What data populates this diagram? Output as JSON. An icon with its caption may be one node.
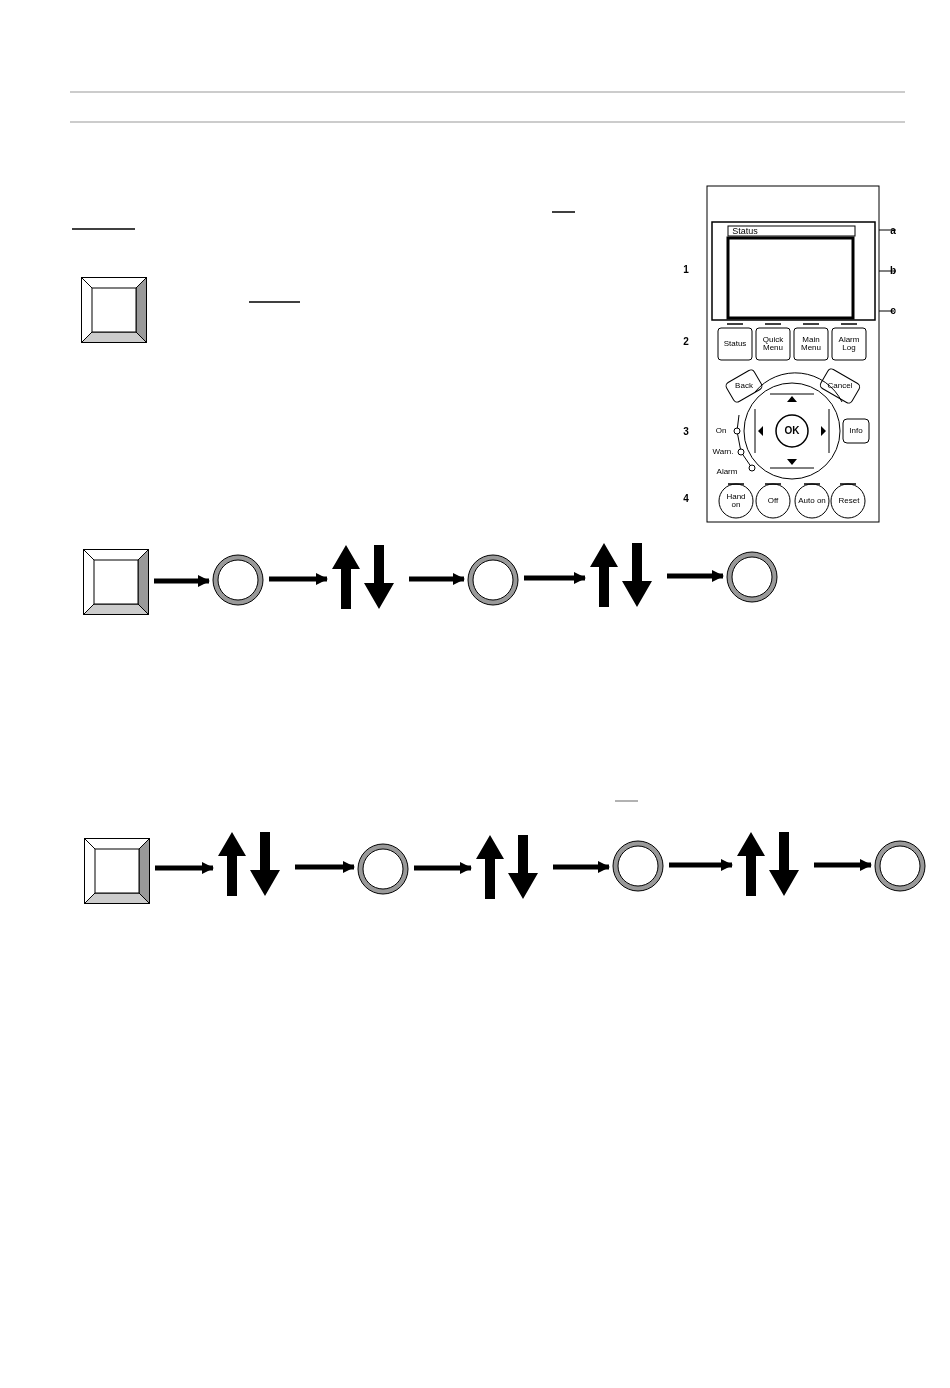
{
  "diagram": {
    "nodes": [
      {
        "text": [],
        "shape": "box"
      },
      {
        "text": [],
        "shape": "box"
      },
      {
        "text": [],
        "shape": "circle"
      },
      {
        "text": [],
        "shape": "arrows"
      },
      {
        "text": [],
        "shape": "circle"
      },
      {
        "text": [],
        "shape": "arrows"
      },
      {
        "text": [],
        "shape": "circle"
      },
      {
        "text": [],
        "shape": "box"
      },
      {
        "text": [],
        "shape": "arrows"
      },
      {
        "text": [],
        "shape": "circle"
      },
      {
        "text": [],
        "shape": "arrows"
      },
      {
        "text": [],
        "shape": "circle"
      },
      {
        "text": [],
        "shape": "arrows"
      },
      {
        "text": [],
        "shape": "circle"
      }
    ],
    "edges": [
      {
        "from": 1,
        "to": 2,
        "arrow": "to"
      },
      {
        "from": 2,
        "to": 3,
        "arrow": "to"
      },
      {
        "from": 3,
        "to": 4,
        "arrow": "to"
      },
      {
        "from": 4,
        "to": 5,
        "arrow": "to"
      },
      {
        "from": 5,
        "to": 6,
        "arrow": "to"
      },
      {
        "from": 7,
        "to": 8,
        "arrow": "to"
      },
      {
        "from": 8,
        "to": 9,
        "arrow": "to"
      },
      {
        "from": 9,
        "to": 10,
        "arrow": "to"
      },
      {
        "from": 10,
        "to": 11,
        "arrow": "to"
      },
      {
        "from": 11,
        "to": 12,
        "arrow": "to"
      },
      {
        "from": 12,
        "to": 13,
        "arrow": "to"
      }
    ],
    "labels": [
      "1",
      "2",
      "3",
      "4",
      "a",
      "b",
      "c",
      "Status",
      "Status",
      "Quick Menu",
      "Main Menu",
      "Alarm Log",
      "Back",
      "Cancel",
      "Info",
      "OK",
      "On",
      "Warn.",
      "Alarm",
      "Hand on",
      "Off",
      "Auto on",
      "Reset"
    ]
  }
}
